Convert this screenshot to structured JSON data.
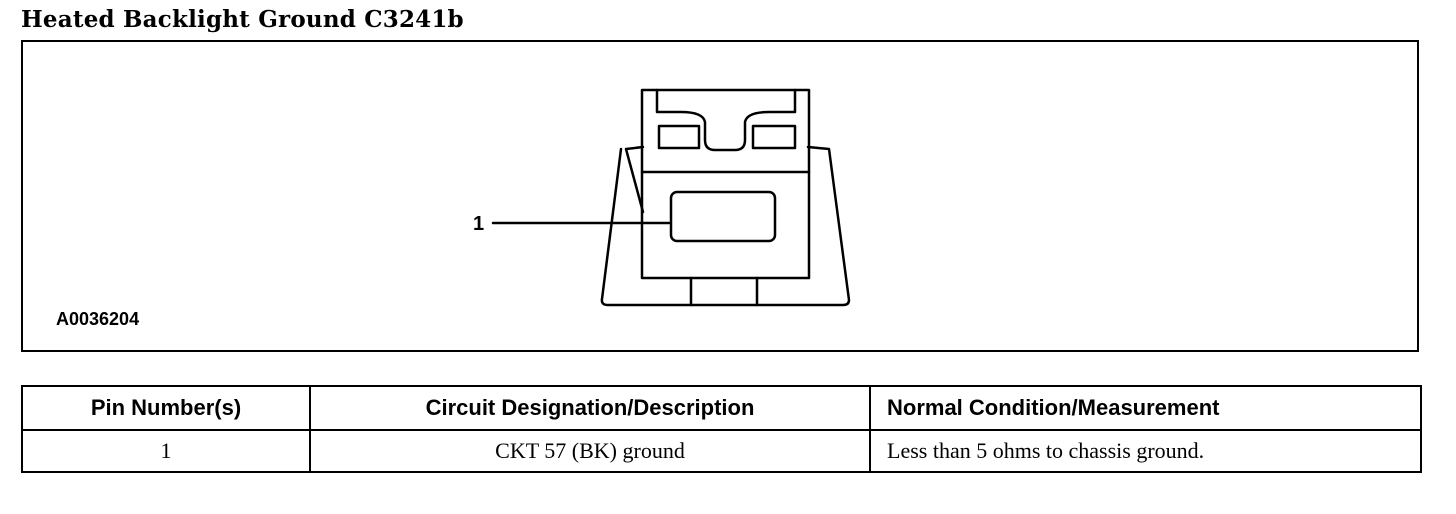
{
  "title": "Heated Backlight Ground C3241b",
  "figure": {
    "id": "A0036204",
    "callout": "1"
  },
  "table": {
    "headers": [
      "Pin Number(s)",
      "Circuit Designation/Description",
      "Normal Condition/Measurement"
    ],
    "rows": [
      [
        "1",
        "CKT 57 (BK) ground",
        "Less than 5 ohms to chassis ground."
      ]
    ]
  }
}
